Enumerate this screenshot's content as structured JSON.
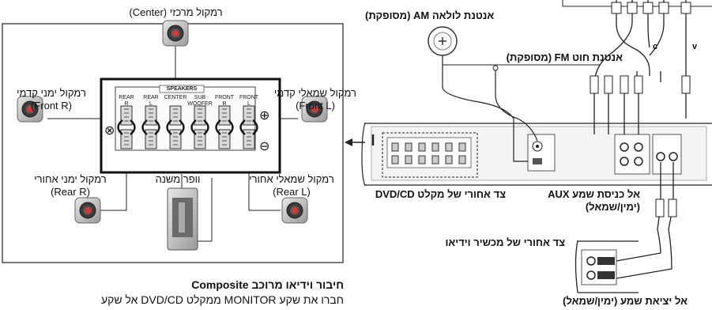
{
  "speakers": {
    "center": {
      "he": "רמקול מרכזי",
      "en": "(Center)"
    },
    "front_r": {
      "he": "רמקול ימני קדמי",
      "en": "(Front R)"
    },
    "front_l": {
      "he": "רמקול שמאלי קדמי",
      "en": "(Front L)"
    },
    "rear_r": {
      "he": "רמקול ימני אחורי",
      "en": "(Rear R)"
    },
    "rear_l": {
      "he": "רמקול שמאלי אחורי",
      "en": "(Rear L)"
    },
    "subwoofer": {
      "he": "וופר משנה"
    }
  },
  "terminal": {
    "title": "SPEAKERS",
    "columns": [
      {
        "top": "REAR",
        "bottom": "R"
      },
      {
        "top": "REAR",
        "bottom": "L"
      },
      {
        "top": "CENTER",
        "bottom": ""
      },
      {
        "top": "SUB",
        "bottom": "WOOFER"
      },
      {
        "top": "FRONT",
        "bottom": "R"
      },
      {
        "top": "FRONT",
        "bottom": "L"
      }
    ],
    "plus": "⊕",
    "minus": "⊖"
  },
  "labels": {
    "am_antenna": "אנטנת לולאה AM (מסופקת)",
    "fm_antenna": "אנטנת חוט FM (מסופקת)",
    "rear_panel": "צד אחורי של מקלט DVD/CD",
    "aux_input": "אל כניסת שמע AUX",
    "aux_input_sub": "(ימין/שמאל)",
    "video_device_rear": "צד אחורי של מכשיר וידיאו",
    "audio_output": "אל יציאת שמע (ימין/שמאל)",
    "cable_c": "c",
    "cable_v": "v"
  },
  "heading": {
    "title": "חיבור וידיאו מרוכב Composite",
    "body": "חברו את שקע MONITOR ממקלט DVD/CD אל שקע"
  }
}
